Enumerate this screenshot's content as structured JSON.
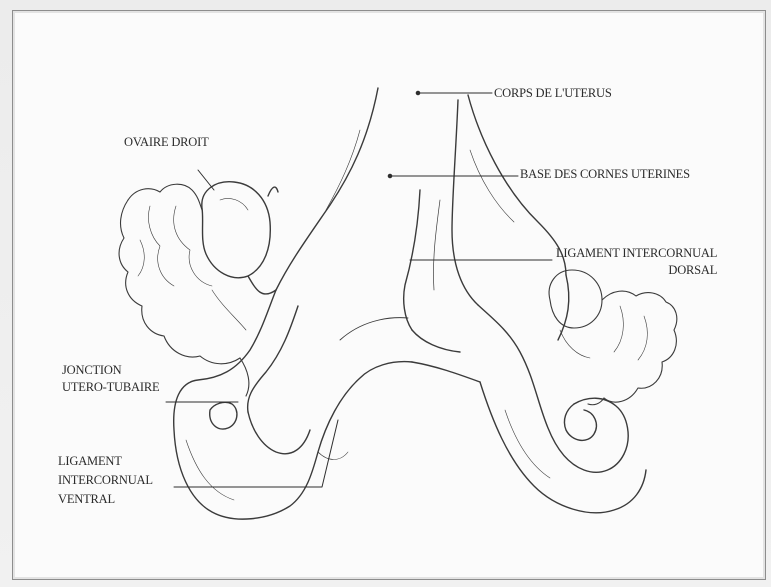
{
  "labels": {
    "ovaire_droit": "OVAIRE DROIT",
    "corps_uterus": "CORPS DE L'UTERUS",
    "base_cornes": "BASE DES CORNES UTERINES",
    "ligament_dorsal": [
      "LIGAMENT INTERCORNUAL",
      "DORSAL"
    ],
    "jonction": [
      "JONCTION",
      "UTERO-TUBAIRE"
    ],
    "ligament_ventral": [
      "LIGAMENT",
      "INTERCORNUAL",
      "VENTRAL"
    ]
  }
}
